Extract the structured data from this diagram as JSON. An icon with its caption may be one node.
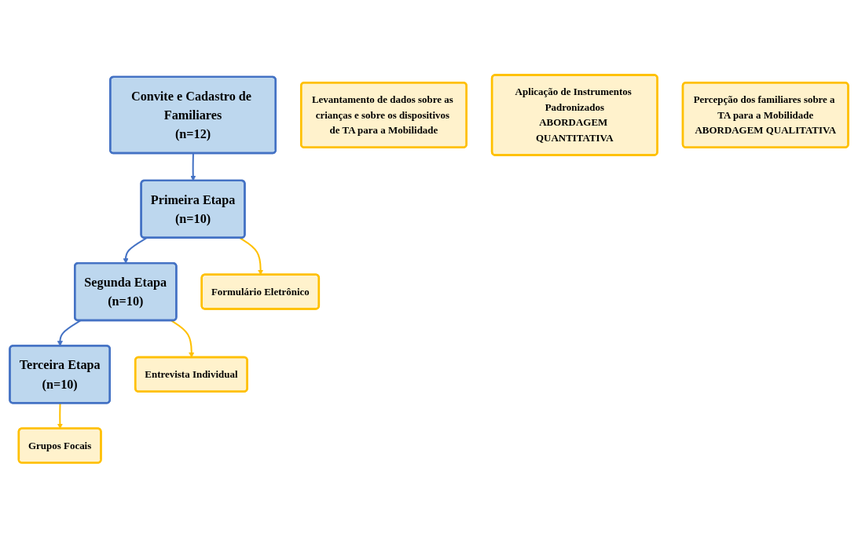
{
  "diagram": {
    "nodes": [
      {
        "text": [
          "Convite e Cadastro de Familiares",
          "(n=12)"
        ]
      },
      {
        "text": [
          "Primeira Etapa",
          "(n=10)"
        ]
      },
      {
        "text": [
          "Segunda Etapa",
          "(n=10)"
        ]
      },
      {
        "text": [
          "Terceira Etapa",
          "(n=10)"
        ]
      },
      {
        "text": [
          "Formulário Eletrônico"
        ]
      },
      {
        "text": [
          "Entrevista Individual"
        ]
      },
      {
        "text": [
          "Grupos Focais"
        ]
      },
      {
        "text": [
          "Levantamento de dados sobre as crianças e sobre os dispositivos de TA para a Mobilidade"
        ]
      },
      {
        "text": [
          "Aplicação de Instrumentos Padronizados",
          "ABORDAGEM QUANTITATIVA"
        ]
      },
      {
        "text": [
          "Percepção dos familiares sobre a TA para a Mobilidade",
          "ABORDAGEM QUALITATIVA"
        ]
      }
    ],
    "edges": [
      {
        "from": 0,
        "to": 1,
        "arrow": "to",
        "color": "#4472c4"
      },
      {
        "from": 1,
        "to": 2,
        "arrow": "to",
        "color": "#4472c4"
      },
      {
        "from": 2,
        "to": 3,
        "arrow": "to",
        "color": "#4472c4"
      },
      {
        "from": 1,
        "to": 4,
        "arrow": "to",
        "color": "#ffc000"
      },
      {
        "from": 2,
        "to": 5,
        "arrow": "to",
        "color": "#ffc000"
      },
      {
        "from": 3,
        "to": 6,
        "arrow": "to",
        "color": "#ffc000"
      }
    ]
  }
}
